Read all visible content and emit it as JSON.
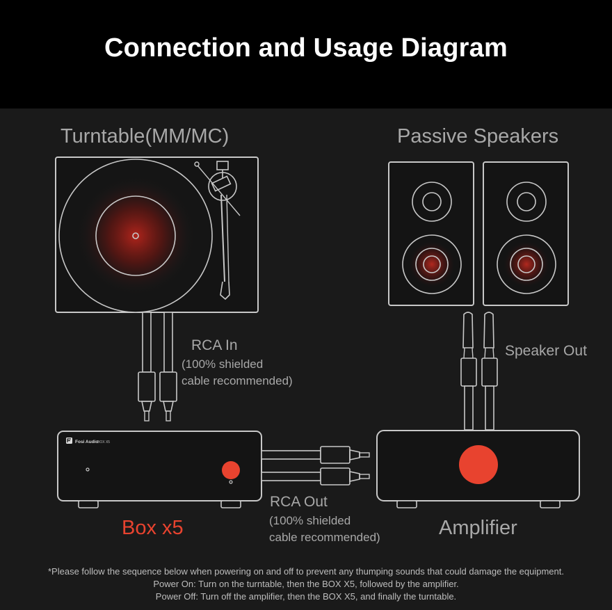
{
  "title": "Connection and Usage Diagram",
  "labels": {
    "turntable": "Turntable(MM/MC)",
    "speakers": "Passive Speakers",
    "rca_in": "RCA In",
    "rca_in_note_1": "(100% shielded",
    "rca_in_note_2": "cable recommended)",
    "speaker_out": "Speaker Out",
    "rca_out": "RCA Out",
    "rca_out_note_1": "(100% shielded",
    "rca_out_note_2": "cable recommended)",
    "box": "Box x5",
    "amplifier": "Amplifier"
  },
  "device_brand": {
    "name": "Fosi Audio",
    "model": "BOX X5"
  },
  "notes": [
    "*Please follow the sequence below when powering on and off to prevent any thumping sounds that could damage the equipment.",
    "Power On: Turn on the turntable, then the BOX X5, followed by the amplifier.",
    "Power Off: Turn off the amplifier, then the BOX X5, and finally the turntable."
  ],
  "colors": {
    "accent_red": "#e8432f",
    "outline": "#c8c8c8",
    "background": "#1a1a1a",
    "header": "#000000"
  }
}
